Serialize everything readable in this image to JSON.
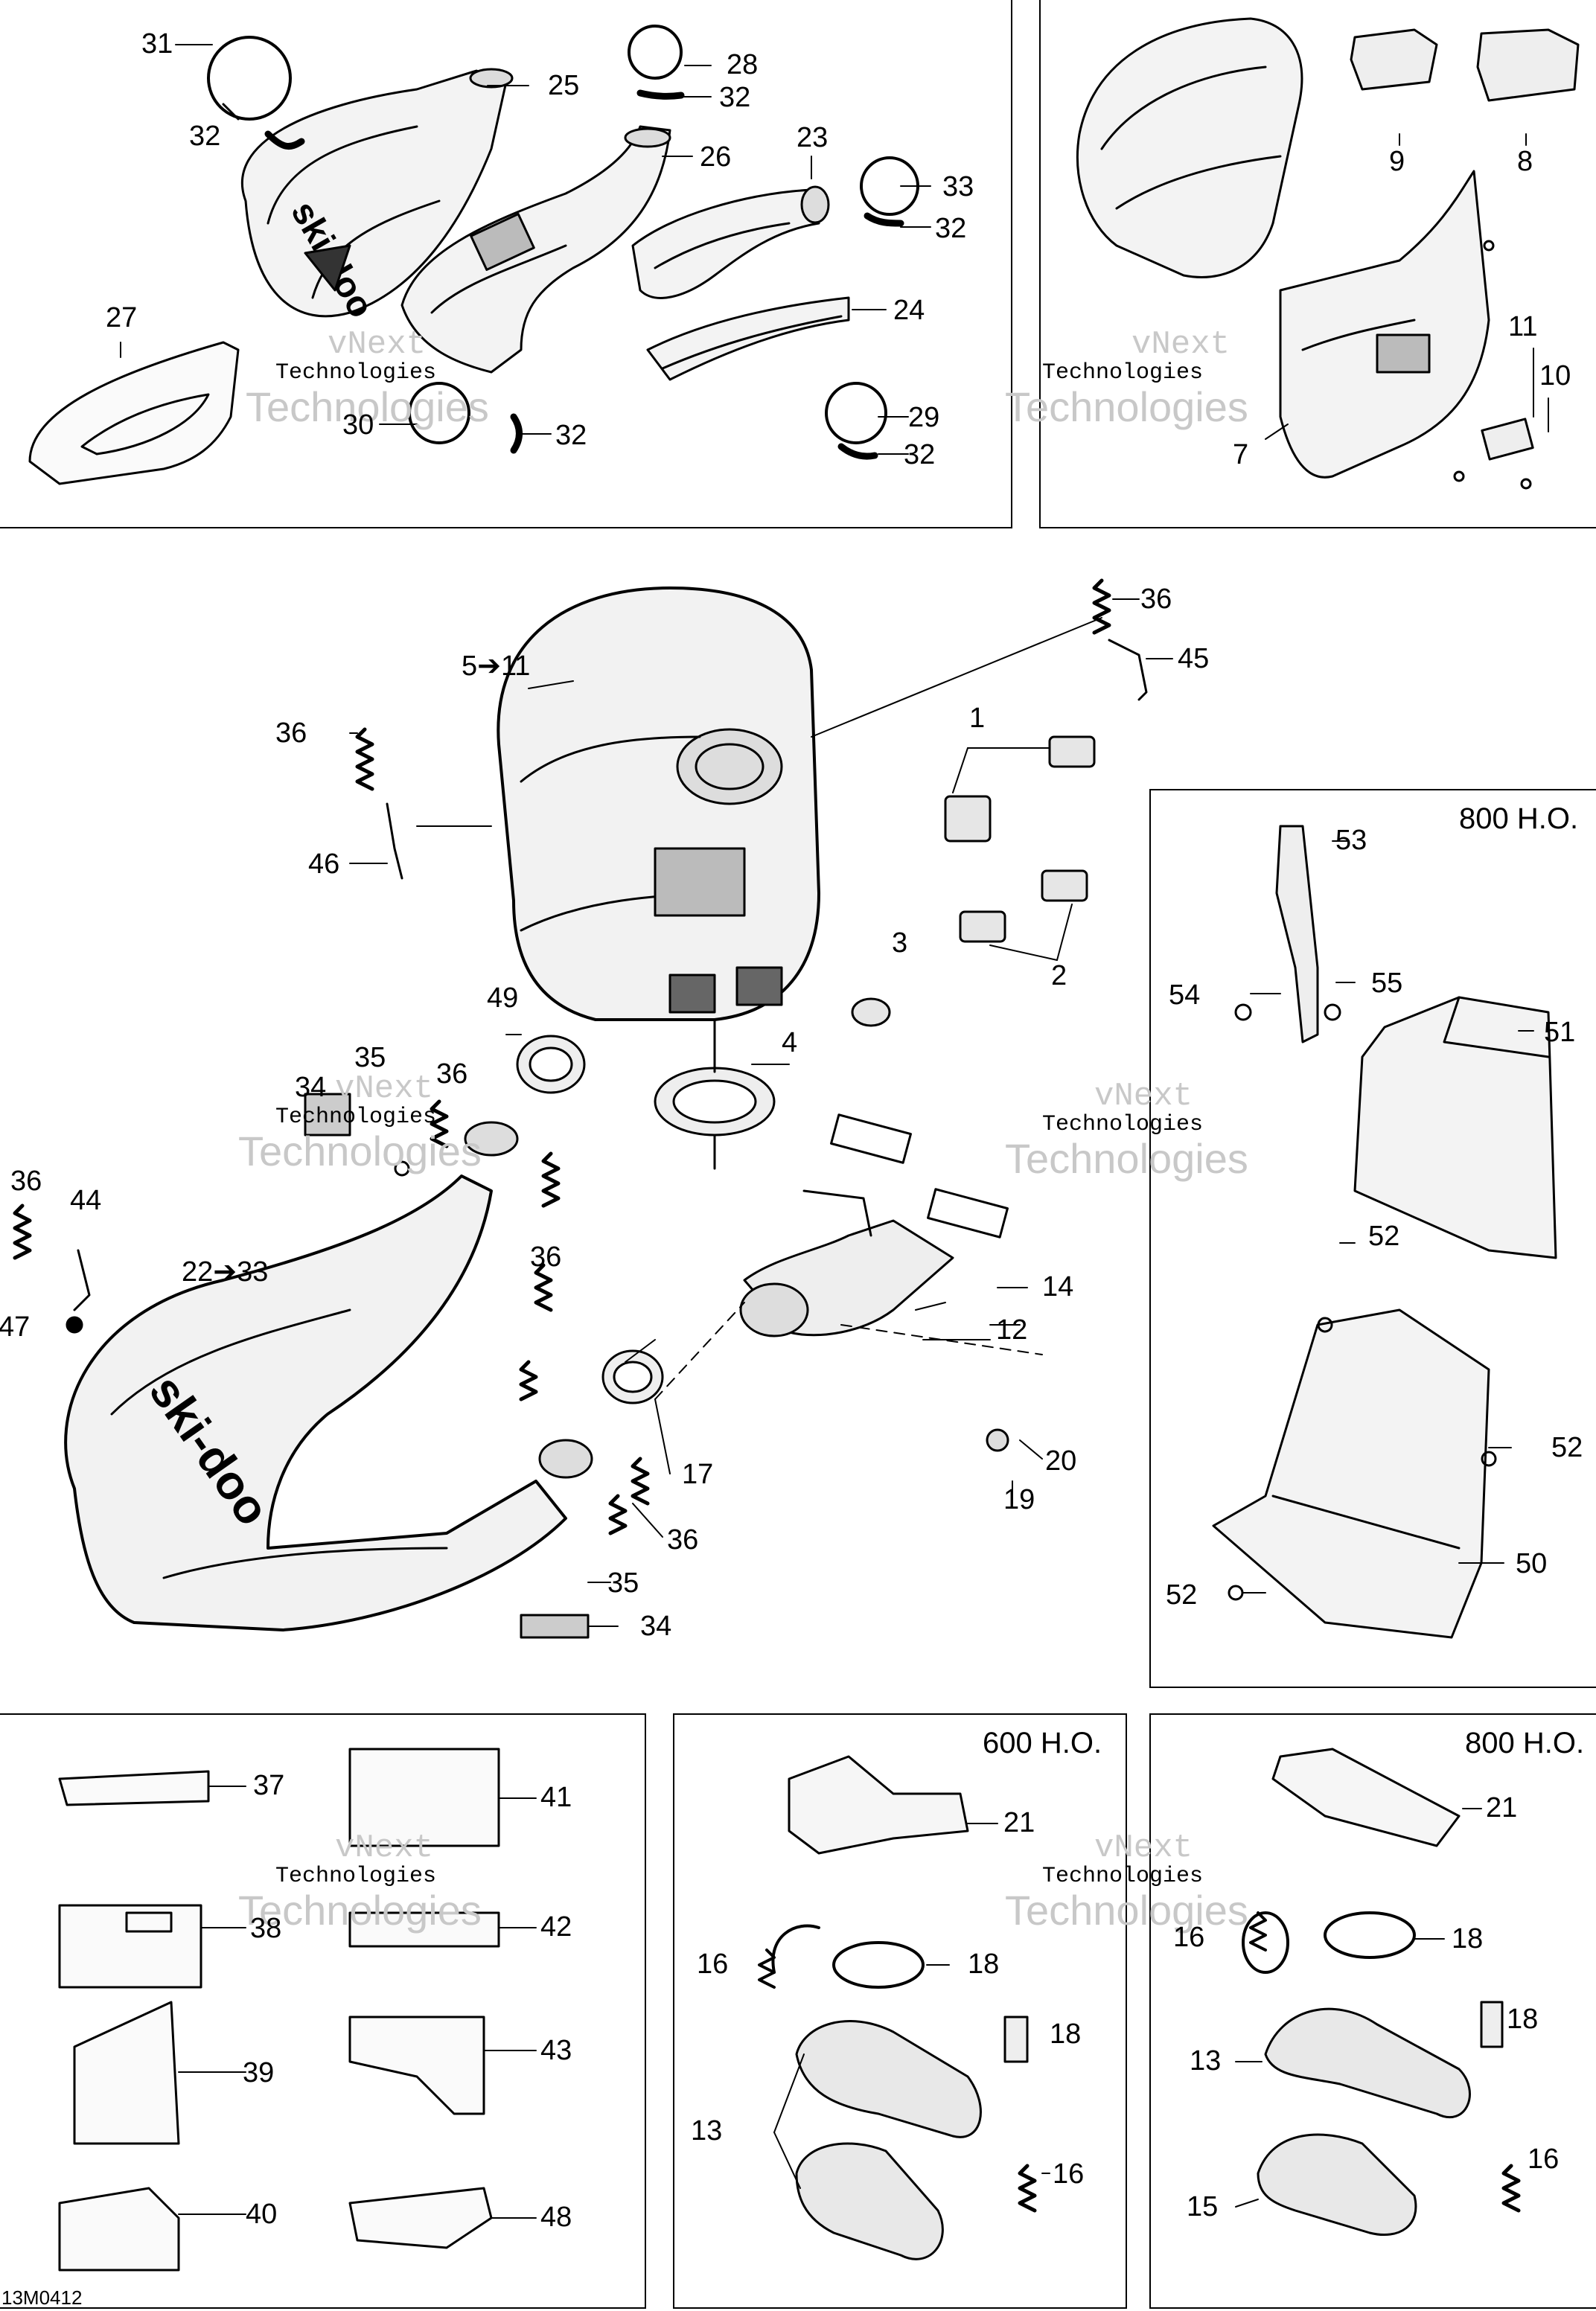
{
  "figure_code": "13M0412",
  "watermark": {
    "line1": "vNext",
    "line2": "Technologies",
    "line3": "Technologies"
  },
  "panel_titles": {
    "right_mid": "800 H.O.",
    "bottom_mid": "600 H.O.",
    "bottom_right": "800 H.O."
  },
  "callouts": {
    "p1": [
      "31",
      "25",
      "28",
      "32",
      "32",
      "26",
      "23",
      "33",
      "32",
      "27",
      "24",
      "30",
      "32",
      "29",
      "32"
    ],
    "p2": [
      "9",
      "8",
      "11",
      "10",
      "7"
    ],
    "p3": [
      "36",
      "45",
      "5➔11",
      "36",
      "1",
      "46",
      "3",
      "2",
      "49",
      "4",
      "35",
      "34",
      "36",
      "36",
      "44",
      "36",
      "22➔33",
      "47",
      "14",
      "12",
      "20",
      "19",
      "17",
      "36",
      "35",
      "34"
    ],
    "p4": [
      "53",
      "54",
      "55",
      "51",
      "52",
      "52",
      "50",
      "52"
    ],
    "p5": [
      "37",
      "41",
      "38",
      "42",
      "39",
      "43",
      "40",
      "48"
    ],
    "p6": [
      "21",
      "16",
      "18",
      "18",
      "13",
      "16"
    ],
    "p7": [
      "21",
      "16",
      "18",
      "18",
      "13",
      "16",
      "15"
    ]
  }
}
